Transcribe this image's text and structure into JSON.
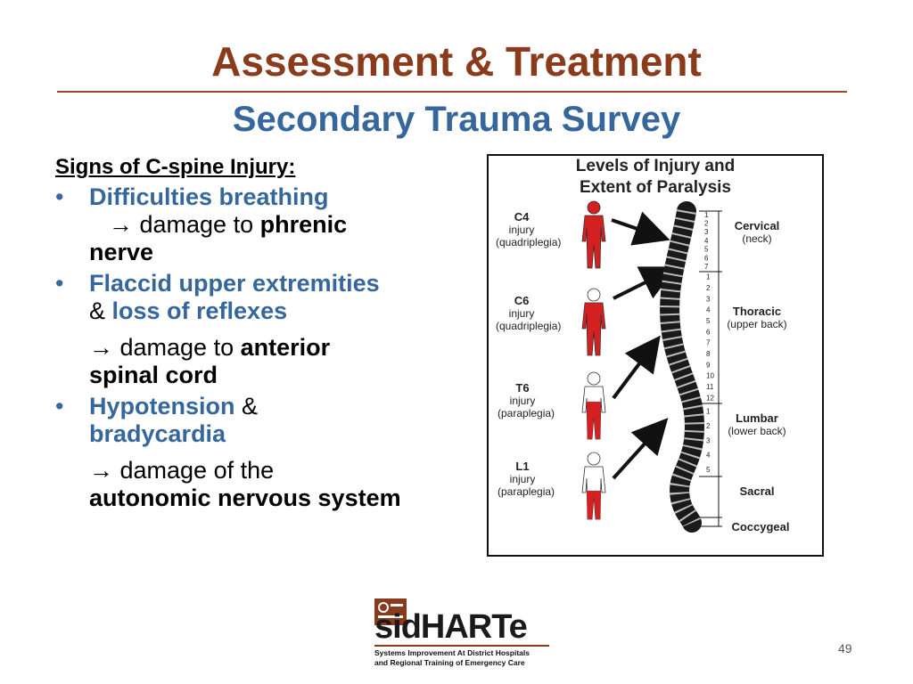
{
  "slide": {
    "title": "Assessment & Treatment",
    "subtitle": "Secondary Trauma Survey",
    "page_number": "49"
  },
  "content": {
    "heading": "Signs of C-spine Injury:",
    "b1_main": "Difficulties breathing",
    "b1_arrow": "→",
    "b1_pre": " damage to ",
    "b1_bold1": "phrenic",
    "b1_bold2": "nerve",
    "b2_main": "Flaccid upper extremities",
    "b2_amp": "& ",
    "b2_main2": "loss of reflexes",
    "b2_arrow": "→",
    "b2_pre": " damage to ",
    "b2_bold1": "anterior",
    "b2_bold2": "spinal cord",
    "b3_main": "Hypotension",
    "b3_amp": " &",
    "b3_main2": "bradycardia",
    "b3_arrow": "→",
    "b3_pre": " damage of  the",
    "b3_bold": "autonomic nervous system",
    "bullet_char": "•"
  },
  "figure": {
    "title_line1": "Levels of Injury and",
    "title_line2": "Extent of Paralysis",
    "levels": [
      {
        "code": "C4",
        "word": "injury",
        "type": "(quadriplegia)"
      },
      {
        "code": "C6",
        "word": "injury",
        "type": "(quadriplegia)"
      },
      {
        "code": "T6",
        "word": "injury",
        "type": "(paraplegia)"
      },
      {
        "code": "L1",
        "word": "injury",
        "type": "(paraplegia)"
      }
    ],
    "regions": [
      {
        "name": "Cervical",
        "detail": "(neck)"
      },
      {
        "name": "Thoracic",
        "detail": "(upper back)"
      },
      {
        "name": "Lumbar",
        "detail": "(lower back)"
      },
      {
        "name": "Sacral",
        "detail": ""
      },
      {
        "name": "Coccygeal",
        "detail": ""
      }
    ],
    "cervical_numbers": [
      "1",
      "2",
      "3",
      "4",
      "5",
      "6",
      "7"
    ],
    "thoracic_numbers": [
      "1",
      "2",
      "3",
      "4",
      "5",
      "6",
      "7",
      "8",
      "9",
      "10",
      "11",
      "12"
    ],
    "lumbar_numbers": [
      "1",
      "2",
      "3",
      "4",
      "5"
    ],
    "paralysis_color": "#d42020"
  },
  "logo": {
    "name": "sidHARTe",
    "tagline1": "Systems Improvement At District Hospitals",
    "tagline2": "and Regional Training of Emergency Care"
  }
}
